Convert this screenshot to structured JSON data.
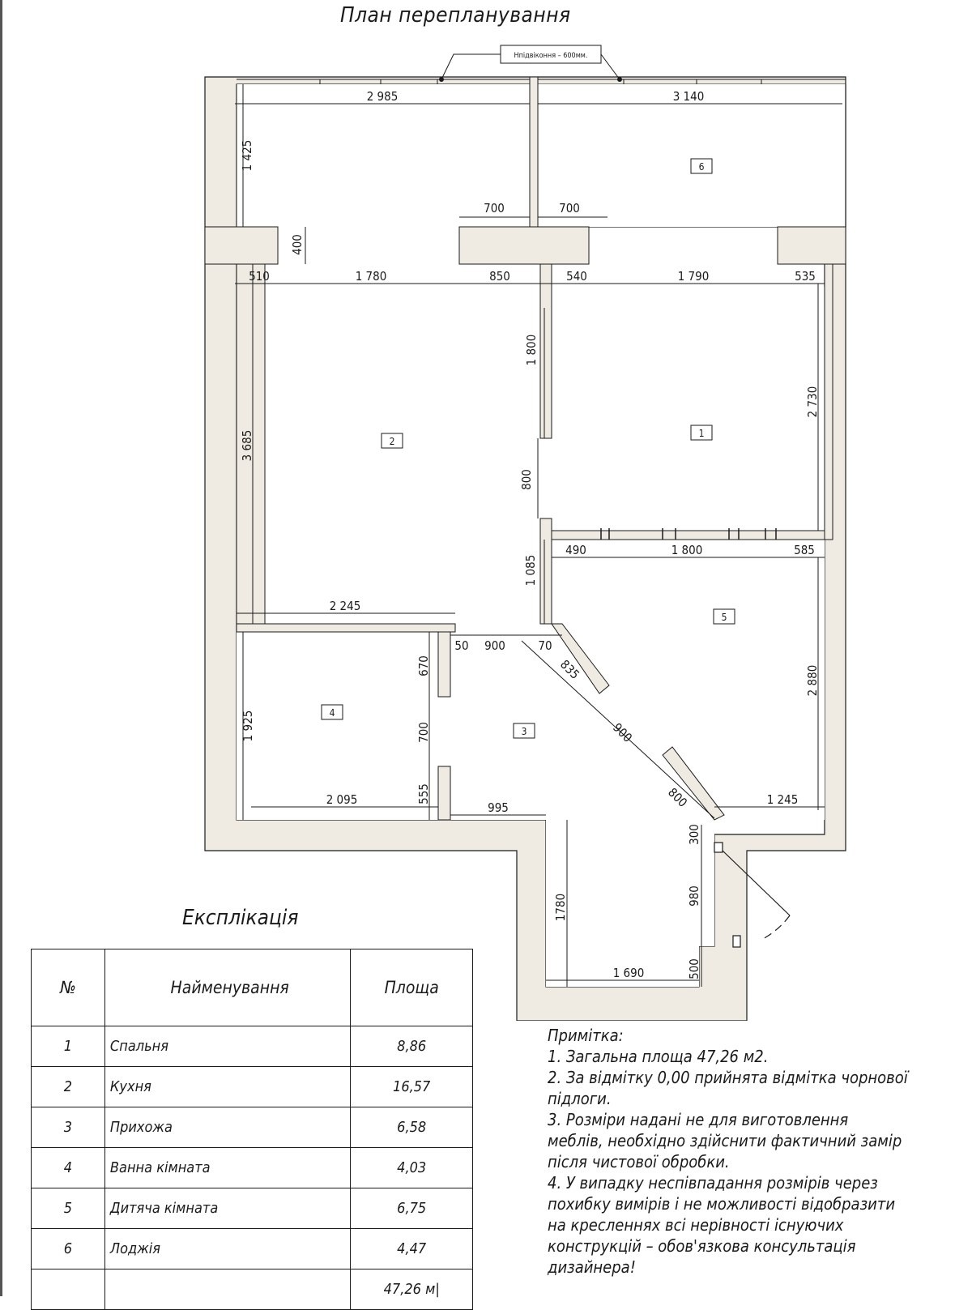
{
  "plan_title": "План перепланування",
  "callout_label": "Hпідвіконня – 600мм.",
  "colors": {
    "wall_fill": "#efebe2",
    "line": "#1a1a1a",
    "background": "#ffffff"
  },
  "room_numbers": [
    "1",
    "2",
    "3",
    "4",
    "5",
    "6"
  ],
  "dimensions": {
    "loggia_left_width": "2 985",
    "loggia_right_width": "3 140",
    "loggia_depth": "1 425",
    "pier_left_700": "700",
    "pier_right_700": "700",
    "pier_400": "400",
    "d_510": "510",
    "d_1780_top": "1 780",
    "d_850": "850",
    "d_540": "540",
    "d_1790": "1 790",
    "d_535": "535",
    "d_1800_vert": "1 800",
    "d_3685": "3 685",
    "d_2730": "2 730",
    "d_800_door": "800",
    "d_490": "490",
    "d_1800_horiz": "1 800",
    "d_585": "585",
    "d_1085": "1 085",
    "d_2245": "2 245",
    "d_50": "50",
    "d_900_horiz": "900",
    "d_70": "70",
    "d_835": "835",
    "d_900_diag": "900",
    "d_800_diag": "800",
    "d_2880": "2 880",
    "d_670": "670",
    "d_700_vert": "700",
    "d_555": "555",
    "d_1925": "1 925",
    "d_2095": "2 095",
    "d_995": "995",
    "d_1245": "1 245",
    "d_300": "300",
    "d_980": "980",
    "d_1780_vert": "1780",
    "d_500": "500",
    "d_1690": "1 690"
  },
  "explication": {
    "title": "Експлікація",
    "headers": [
      "№",
      "Найменування",
      "Площа"
    ],
    "rows": [
      {
        "num": "1",
        "name": "Спальня",
        "area": "8,86"
      },
      {
        "num": "2",
        "name": "Кухня",
        "area": "16,57"
      },
      {
        "num": "3",
        "name": "Прихожа",
        "area": "6,58"
      },
      {
        "num": "4",
        "name": "Ванна кімната",
        "area": "4,03"
      },
      {
        "num": "5",
        "name": "Дитяча кімната",
        "area": "6,75"
      },
      {
        "num": "6",
        "name": "Лоджія",
        "area": "4,47"
      }
    ],
    "total": "47,26 м|"
  },
  "notes": {
    "title": "Примітка:",
    "lines": [
      "1. Загальна площа 47,26 м2.",
      "2. За відмітку 0,00 прийнята відмітка чорнової",
      "підлоги.",
      "3. Розміри надані не для виготовлення",
      "меблів, необхідно здійснити фактичний замір",
      "після чистової обробки.",
      "4. У випадку неспівпадання розмірів через",
      "похибку вимірів і не можливості відобразити",
      "на кресленнях всі нерівності існуючих",
      "конструкцій – обов'язкова консультація",
      "дизайнера!"
    ]
  }
}
